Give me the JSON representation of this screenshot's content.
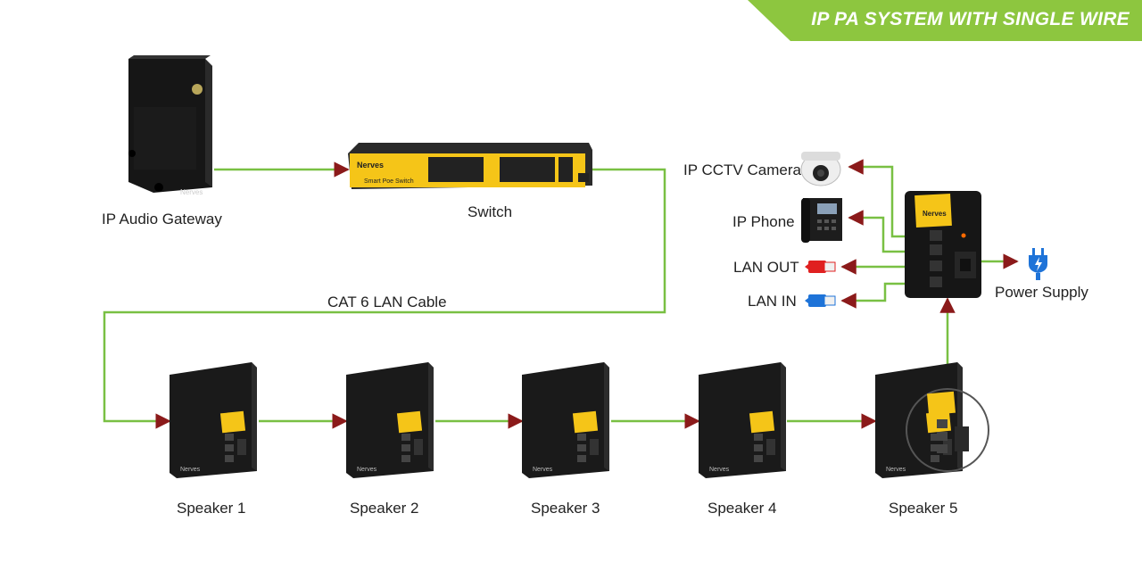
{
  "banner": {
    "title": "IP PA SYSTEM WITH SINGLE WIRE",
    "color": "#8dc63f"
  },
  "colors": {
    "wire": "#79c043",
    "arrow": "#8b1a1a",
    "device": "#1b1b1b",
    "accent": "#f5c518"
  },
  "brand": {
    "name": "Nerves"
  },
  "devices": {
    "gateway": {
      "label": "IP Audio Gateway"
    },
    "switch": {
      "label": "Switch",
      "model_text": "Smart Poe Switch"
    },
    "cable": {
      "label": "CAT 6 LAN Cable"
    },
    "speakers": [
      {
        "label": "Speaker 1"
      },
      {
        "label": "Speaker 2"
      },
      {
        "label": "Speaker 3"
      },
      {
        "label": "Speaker 4"
      },
      {
        "label": "Speaker 5"
      }
    ]
  },
  "peripherals": [
    {
      "label": "IP CCTV Camera",
      "icon": "cctv-camera-icon"
    },
    {
      "label": "IP Phone",
      "icon": "ip-phone-icon"
    },
    {
      "label": "LAN OUT",
      "icon": "lan-out-icon",
      "color": "#e02020"
    },
    {
      "label": "LAN IN",
      "icon": "lan-in-icon",
      "color": "#1e73d8"
    }
  ],
  "power": {
    "label": "Power Supply",
    "icon": "power-plug-icon",
    "color": "#1e73d8"
  }
}
